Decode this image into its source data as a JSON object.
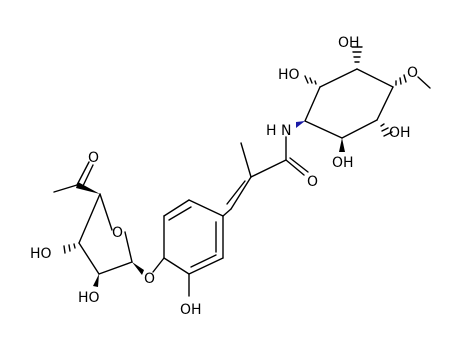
{
  "molecule": {
    "atom_labels": {
      "oh_inositol_top": "OH",
      "oh_inositol_upper_left": "HO",
      "o_methoxy": "O",
      "n_amide": "N",
      "h_amide": "H",
      "oh_inositol_right": "OH",
      "oh_inositol_bottom": "OH",
      "o_carbonyl_amide": "O",
      "o_ketone": "O",
      "o_ring": "O",
      "oh_sugar_left": "HO",
      "oh_sugar_bottom": "HO",
      "o_ether": "O",
      "oh_phenol": "OH"
    },
    "colors": {
      "bond": "#000000",
      "wedge_nitrogen": "#1a1aa6",
      "label": "#000000"
    }
  }
}
